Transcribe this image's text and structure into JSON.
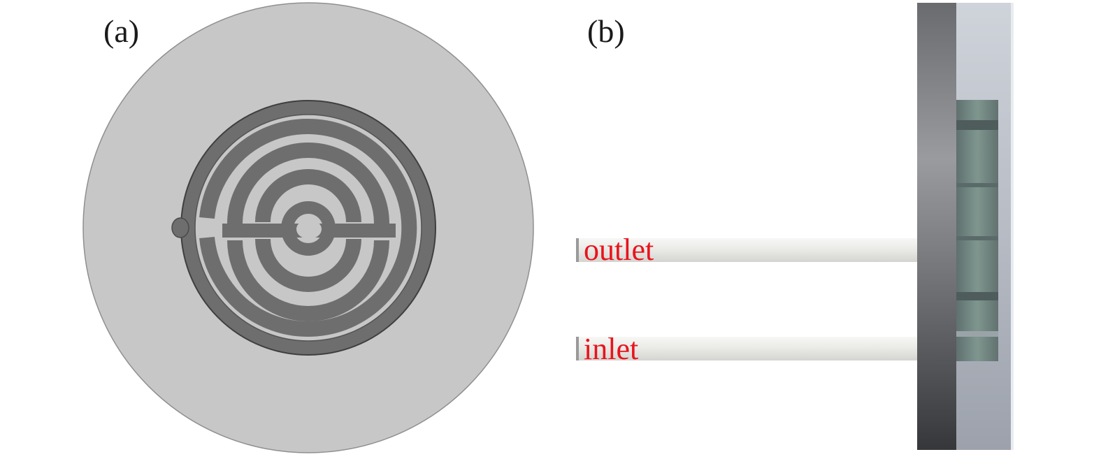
{
  "panels": {
    "a": {
      "label": "(a)"
    },
    "b": {
      "label": "(b)"
    }
  },
  "pipes": {
    "outlet": {
      "label": "outlet"
    },
    "inlet": {
      "label": "inlet"
    }
  },
  "colors": {
    "disc_fill": "#c7c7c7",
    "disc_edge": "#8f8f8f",
    "channel": "#6e6e6e",
    "channel_dark": "#4f4f4f",
    "pipe": "#ececec",
    "plate_dark": "#3c3d40",
    "plate_light": "#b4b9c2",
    "chamber": "#6f8683",
    "label_text": "#e8141c"
  }
}
